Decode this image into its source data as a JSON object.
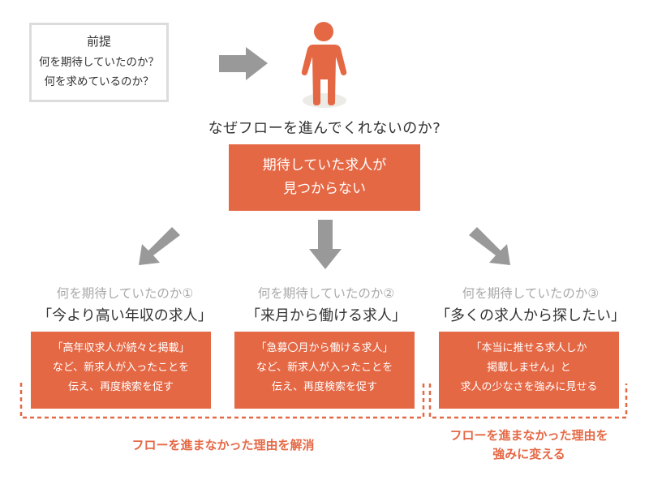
{
  "colors": {
    "accent": "#e56845",
    "arrow": "#999999",
    "muted_text": "#a9a9a9",
    "text": "#333333",
    "premise_border": "#dcdcdc",
    "shadow": "#ecebe6"
  },
  "premise": {
    "title": "前提",
    "lines": [
      "何を期待していたのか？",
      "何を求めているのか？"
    ]
  },
  "question": "なぜフローを進んでくれないのか?",
  "cause": {
    "line1": "期待していた求人が",
    "line2": "見つからない"
  },
  "expectations": [
    {
      "label": "何を期待していたのか①",
      "quote": "「今より高い年収の求人」",
      "solution": [
        "「高年収求人が続々と掲載」",
        "など、新求人が入ったことを",
        "伝え、再度検索を促す"
      ]
    },
    {
      "label": "何を期待していたのか②",
      "quote": "「来月から働ける求人」",
      "solution": [
        "「急募〇月から働ける求人」",
        "など、新求人が入ったことを",
        "伝え、再度検索を促す"
      ]
    },
    {
      "label": "何を期待していたのか③",
      "quote": "「多くの求人から探したい」",
      "solution": [
        "「本当に推せる求人しか",
        "掲載しません」と",
        "求人の少なさを強みに見せる"
      ]
    }
  ],
  "outcomes": {
    "left": "フローを進まなかった理由を解消",
    "right_line1": "フローを進まなかった理由を",
    "right_line2": "強みに変える"
  },
  "icons": {
    "person": "person-icon",
    "arrow_right": "arrow-right-icon",
    "arrow_down_left": "arrow-down-left-icon",
    "arrow_down": "arrow-down-icon",
    "arrow_down_right": "arrow-down-right-icon"
  }
}
